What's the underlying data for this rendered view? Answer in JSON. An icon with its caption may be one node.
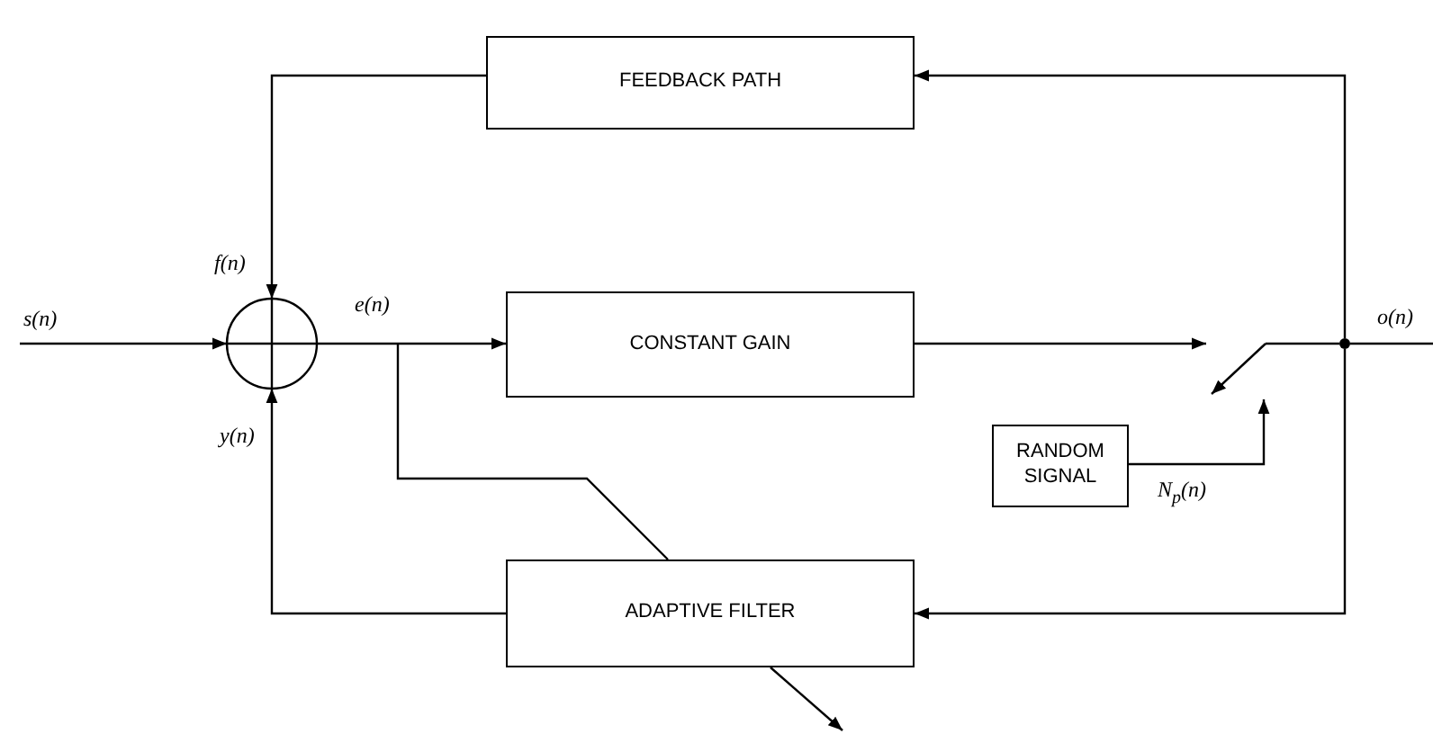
{
  "diagram": {
    "nodes": [
      {
        "text": [
          "FEEDBACK PATH"
        ]
      },
      {
        "text": [
          "CONSTANT GAIN"
        ]
      },
      {
        "text": [
          "RANDOM SIGNAL"
        ]
      },
      {
        "text": [
          "ADAPTIVE FILTER"
        ]
      },
      {
        "text": [],
        "shape": "circle"
      },
      {
        "text": [],
        "shape": "switch"
      },
      {
        "text": [],
        "shape": "dot"
      }
    ],
    "edges": [
      {
        "from": null,
        "to": 4,
        "arrow": "to",
        "label": "s(n)"
      },
      {
        "from": 0,
        "to": 4,
        "arrow": "to",
        "label": "f(n)"
      },
      {
        "from": 3,
        "to": 4,
        "arrow": "to",
        "label": "y(n)"
      },
      {
        "from": 4,
        "to": 1,
        "arrow": "to",
        "label": "e(n)"
      },
      {
        "from": 4,
        "to": 3,
        "arrow": "none"
      },
      {
        "from": 1,
        "to": 5,
        "arrow": "to"
      },
      {
        "from": 2,
        "to": 5,
        "arrow": "to",
        "label": "N$_{p}$(n)"
      },
      {
        "from": 5,
        "to": 6,
        "arrow": "none"
      },
      {
        "from": 6,
        "to": null,
        "arrow": "none",
        "label": "o(n)"
      },
      {
        "from": 6,
        "to": 0,
        "arrow": "to"
      },
      {
        "from": 6,
        "to": 3,
        "arrow": "to"
      }
    ]
  }
}
